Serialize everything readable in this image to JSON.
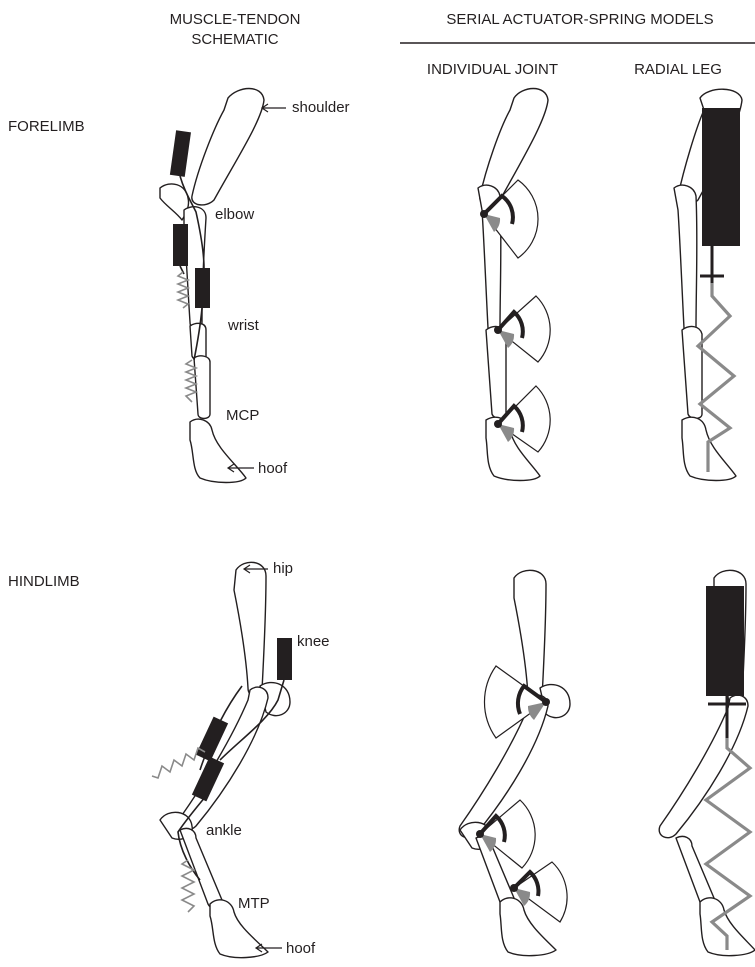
{
  "headers": {
    "muscle_tendon": "MUSCLE-TENDON\nSCHEMATIC",
    "serial": "SERIAL ACTUATOR-SPRING MODELS",
    "individual_joint": "INDIVIDUAL JOINT",
    "radial_leg": "RADIAL LEG"
  },
  "rows": {
    "forelimb": "FORELIMB",
    "hindlimb": "HINDLIMB"
  },
  "forelimb_labels": {
    "shoulder": "shoulder",
    "elbow": "elbow",
    "wrist": "wrist",
    "mcp": "MCP",
    "hoof": "hoof"
  },
  "hindlimb_labels": {
    "hip": "hip",
    "knee": "knee",
    "ankle": "ankle",
    "mtp": "MTP",
    "hoof": "hoof"
  },
  "colors": {
    "ink": "#231f20",
    "spring": "#8a8a8a"
  }
}
